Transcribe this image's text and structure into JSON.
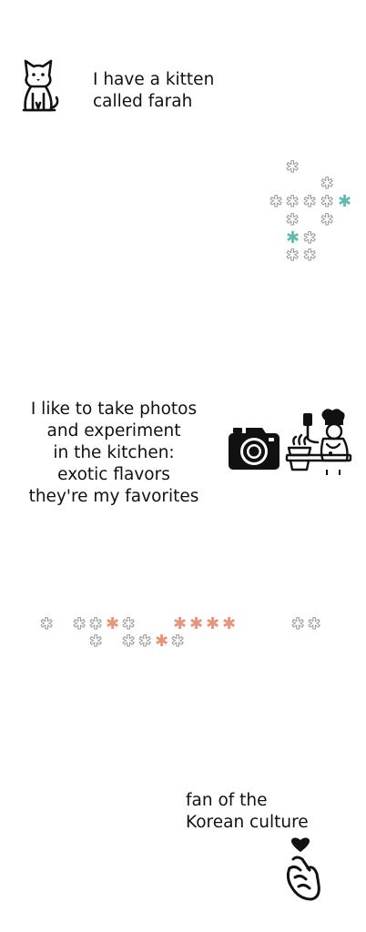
{
  "sections": {
    "kitten": {
      "lines": [
        "I have a kitten",
        "called farah"
      ],
      "icon": "cat-icon"
    },
    "hobbies": {
      "lines": [
        "I like to take photos",
        "and experiment",
        "in the kitchen:",
        "exotic flavors",
        "they're my favorites"
      ],
      "icons": [
        "camera-icon",
        "chef-cooking-icon"
      ]
    },
    "korean": {
      "lines": [
        "fan of the",
        "Korean culture"
      ],
      "icon": "finger-heart-icon"
    }
  },
  "decor": {
    "glyph": "✱",
    "outline_color": "#9a9a9a",
    "teal": "#5fbcae",
    "salmon": "#e8937a"
  }
}
